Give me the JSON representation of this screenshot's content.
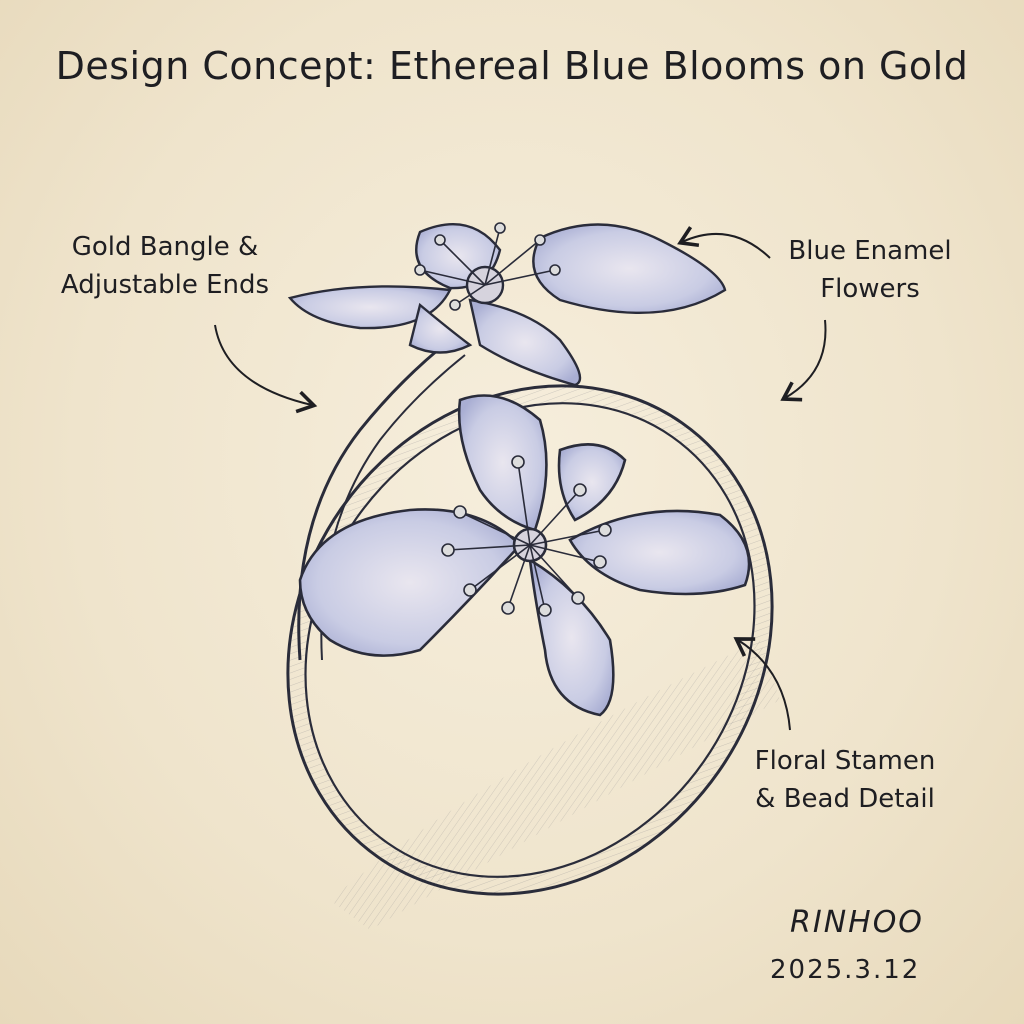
{
  "title": "Design Concept: Ethereal Blue Blooms on Gold",
  "annotations": {
    "bangle": [
      "Gold Bangle &",
      "Adjustable Ends"
    ],
    "enamel": [
      "Blue Enamel",
      "Flowers"
    ],
    "stamen": [
      "Floral Stamen",
      "& Bead Detail"
    ]
  },
  "signature": {
    "name": "RINHOO",
    "date": "2025.3.12"
  },
  "colors": {
    "paper": "#f1e8d3",
    "ink": "#2a2c3a",
    "enamel_blue": "#8a93c4"
  }
}
